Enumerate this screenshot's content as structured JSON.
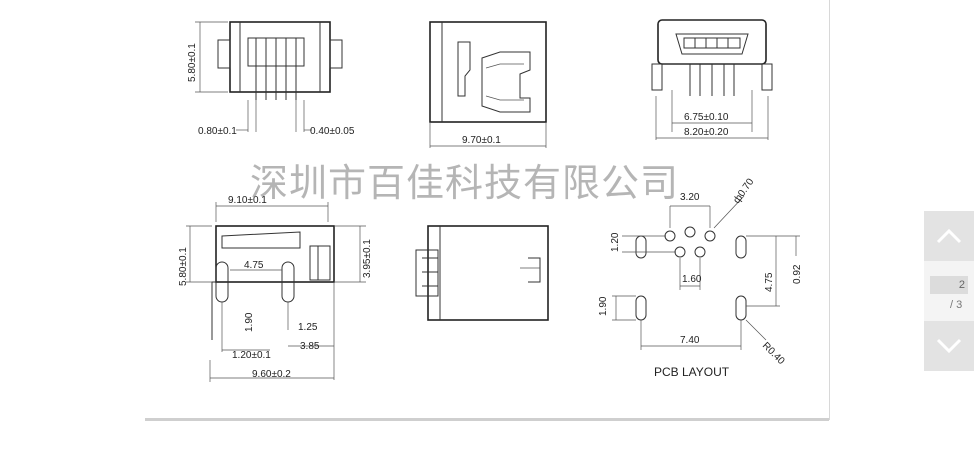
{
  "drawing": {
    "watermark": "深圳市百佳科技有限公司",
    "labels": {
      "h580_top": "5.80±0.1",
      "w080": "0.80±0.1",
      "w040": "0.40±0.05",
      "w970": "9.70±0.1",
      "w675": "6.75±0.10",
      "w820": "8.20±0.20",
      "w910": "9.10±0.1",
      "h580_side": "5.80±0.1",
      "h395": "3.95±0.1",
      "d475": "4.75",
      "d190": "1.90",
      "d125": "1.25",
      "d120": "1.20±0.1",
      "d385": "3.85",
      "w960": "9.60±0.2",
      "p320": "3.20",
      "phi070": "ф0.70",
      "p120": "1.20",
      "p160": "1.60",
      "p475": "4.75",
      "p092": "0.92",
      "p190": "1.90",
      "p740": "7.40",
      "r040": "R0.40",
      "pcb_layout": "PCB  LAYOUT"
    }
  },
  "pager": {
    "current_page": "2",
    "total": "/ 3",
    "icons": {
      "up": "chevron-up-icon",
      "down": "chevron-down-icon"
    }
  }
}
